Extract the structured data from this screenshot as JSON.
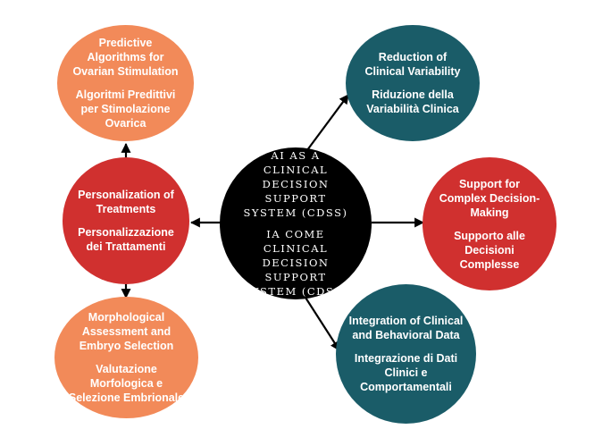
{
  "colors": {
    "orange": "#F28A59",
    "red": "#D0302F",
    "teal": "#1A5C68",
    "black": "#000000",
    "arrow": "#000000"
  },
  "center": {
    "en": "AI AS A CLINICAL DECISION SUPPORT SYSTEM (CDSS)",
    "it": "IA COME CLINICAL DECISION SUPPORT SYSTEM (CDSS)"
  },
  "top_left": {
    "en": "Predictive Algorithms for Ovarian Stimulation",
    "it": "Algoritmi Predittivi per Stimolazione Ovarica"
  },
  "mid_left": {
    "en": "Personalization of Treatments",
    "it": "Personalizzazione dei Trattamenti"
  },
  "bottom_left": {
    "en": "Morphological Assessment and Embryo Selection",
    "it": "Valutazione Morfologica e Selezione Embrionale"
  },
  "top_right": {
    "en": "Reduction of Clinical Variability",
    "it": "Riduzione della Variabilità Clinica"
  },
  "mid_right": {
    "en": "Support for Complex Decision-Making",
    "it": "Supporto alle Decisioni Complesse"
  },
  "bottom_right": {
    "en": "Integration of Clinical and Behavioral Data",
    "it": "Integrazione di Dati Clinici e Comportamentali"
  }
}
